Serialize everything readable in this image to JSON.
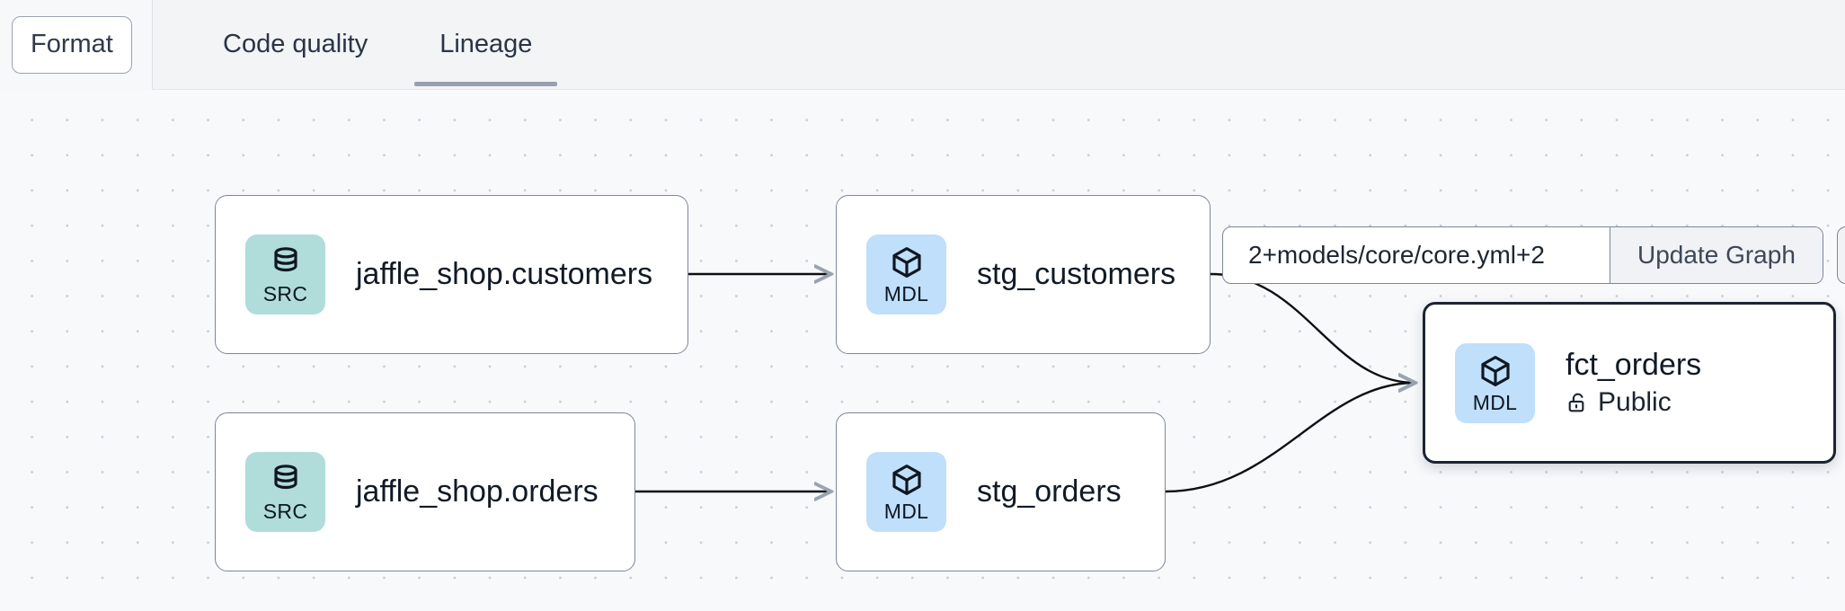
{
  "toolbar": {
    "format_label": "Format",
    "tabs": [
      {
        "label": "Code quality",
        "active": false
      },
      {
        "label": "Lineage",
        "active": true
      }
    ]
  },
  "selector": {
    "value": "2+models/core/core.yml+2",
    "placeholder": "2+models/core/core.yml+2",
    "update_label": "Update Graph"
  },
  "graph": {
    "nodes": [
      {
        "id": "src_customers",
        "badge": "SRC",
        "badge_icon": "database-icon",
        "title": "jaffle_shop.customers",
        "subtitle": null,
        "selected": false
      },
      {
        "id": "src_orders",
        "badge": "SRC",
        "badge_icon": "database-icon",
        "title": "jaffle_shop.orders",
        "subtitle": null,
        "selected": false
      },
      {
        "id": "stg_customers",
        "badge": "MDL",
        "badge_icon": "cube-icon",
        "title": "stg_customers",
        "subtitle": null,
        "selected": false
      },
      {
        "id": "stg_orders",
        "badge": "MDL",
        "badge_icon": "cube-icon",
        "title": "stg_orders",
        "subtitle": null,
        "selected": false
      },
      {
        "id": "fct_orders",
        "badge": "MDL",
        "badge_icon": "cube-icon",
        "title": "fct_orders",
        "subtitle": "Public",
        "subtitle_icon": "unlock-icon",
        "selected": true
      }
    ],
    "edges": [
      {
        "from": "src_customers",
        "to": "stg_customers"
      },
      {
        "from": "src_orders",
        "to": "stg_orders"
      },
      {
        "from": "stg_customers",
        "to": "fct_orders"
      },
      {
        "from": "stg_orders",
        "to": "fct_orders"
      }
    ]
  },
  "colors": {
    "src_badge": "#b0dcda",
    "mdl_badge": "#bfdffa",
    "canvas_bg": "#f7f9fb",
    "topbar_bg": "#f2f4f6",
    "node_border": "#7d8799",
    "selected_border": "#1c2433",
    "tab_underline": "#96a0b0",
    "edge": "#0d0f12"
  }
}
